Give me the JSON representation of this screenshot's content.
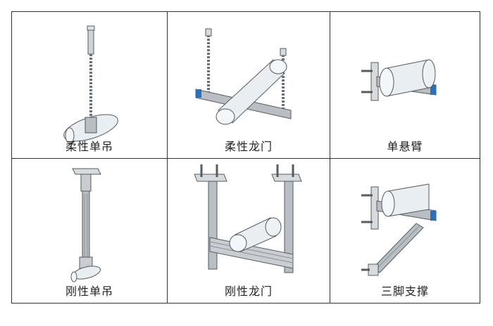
{
  "cells": [
    {
      "label": "柔性单吊"
    },
    {
      "label": "柔性龙门"
    },
    {
      "label": "单悬臂"
    },
    {
      "label": "刚性单吊"
    },
    {
      "label": "刚性龙门"
    },
    {
      "label": "三脚支撑"
    }
  ],
  "colors": {
    "steel": "#b9bec4",
    "pipe": "#e8eef2",
    "outline": "#555b61",
    "accent": "#2f6fb5"
  }
}
